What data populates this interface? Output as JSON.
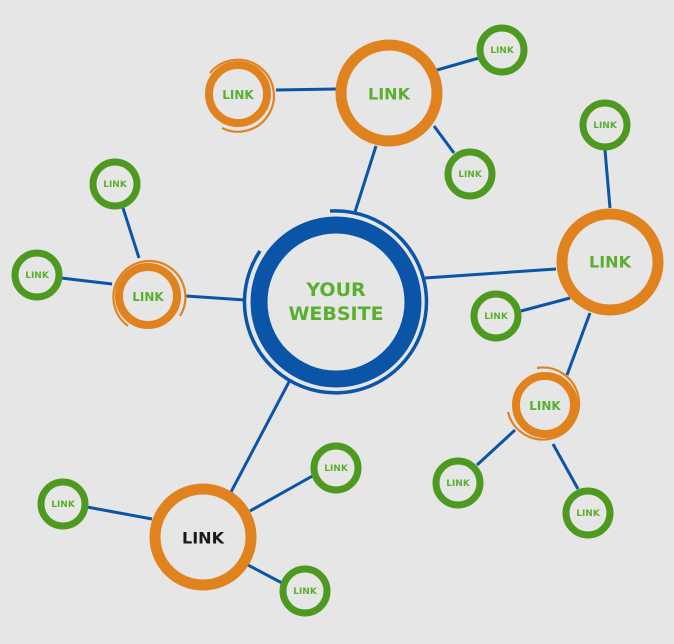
{
  "diagram": {
    "colors": {
      "background": "#e6e6e6",
      "edge": "#0b55a8",
      "center_ring": "#0b55a8",
      "hub_ring": "#e0821e",
      "leaf_ring": "#4e9a21",
      "label_green": "#5aaf2e",
      "label_dark": "#1a1a1a"
    },
    "center": {
      "line1": "YOUR",
      "line2": "WEBSITE"
    },
    "hubs": {
      "top": "LINK",
      "top_left_small": "LINK",
      "left": "LINK",
      "right": "LINK",
      "right_lower": "LINK",
      "bottom": "LINK"
    },
    "leaves": {
      "top_right_1": "LINK",
      "top_right_2": "LINK",
      "left_upper": "LINK",
      "left_far": "LINK",
      "right_top": "LINK",
      "right_mid": "LINK",
      "right_lower_left": "LINK",
      "right_lower_right": "LINK",
      "bottom_left": "LINK",
      "bottom_right_up": "LINK",
      "bottom_right_down": "LINK"
    }
  }
}
